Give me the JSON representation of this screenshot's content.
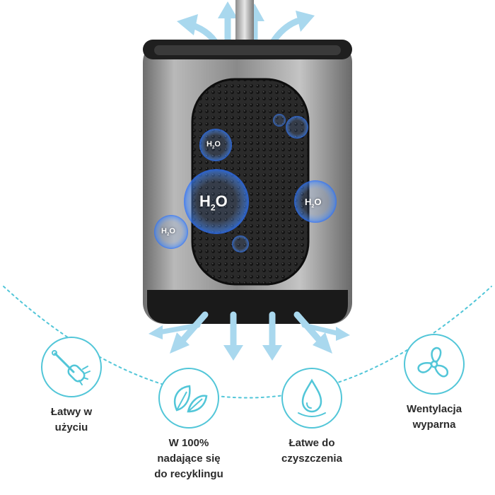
{
  "features": [
    {
      "id": "easy-to-use",
      "label_line1": "Łatwy w",
      "label_line2": "użyciu",
      "icon": "toilet-brush-icon"
    },
    {
      "id": "recyclable",
      "label_line1": "W 100%",
      "label_line2": "nadające się",
      "label_line3": "do recyklingu",
      "icon": "leaves-icon"
    },
    {
      "id": "easy-to-clean",
      "label_line1": "Łatwe do",
      "label_line2": "czyszczenia",
      "icon": "water-drop-icon"
    },
    {
      "id": "ventilation",
      "label_line1": "Wentylacja",
      "label_line2": "wyparna",
      "icon": "fan-icon"
    }
  ],
  "bubbles": [
    {
      "main": "H",
      "sub": "2",
      "tail": "O"
    },
    {
      "main": "H",
      "sub": "2",
      "tail": "O"
    },
    {
      "main": "H",
      "sub": "2",
      "tail": "O"
    },
    {
      "main": "H",
      "sub": "2",
      "tail": "O"
    }
  ],
  "colors": {
    "accent": "#52c6d8",
    "arrow": "#a9d8ee",
    "label": "#2b2b2b",
    "steel": "#9a9a9a",
    "rubber": "#1c1c1c"
  }
}
